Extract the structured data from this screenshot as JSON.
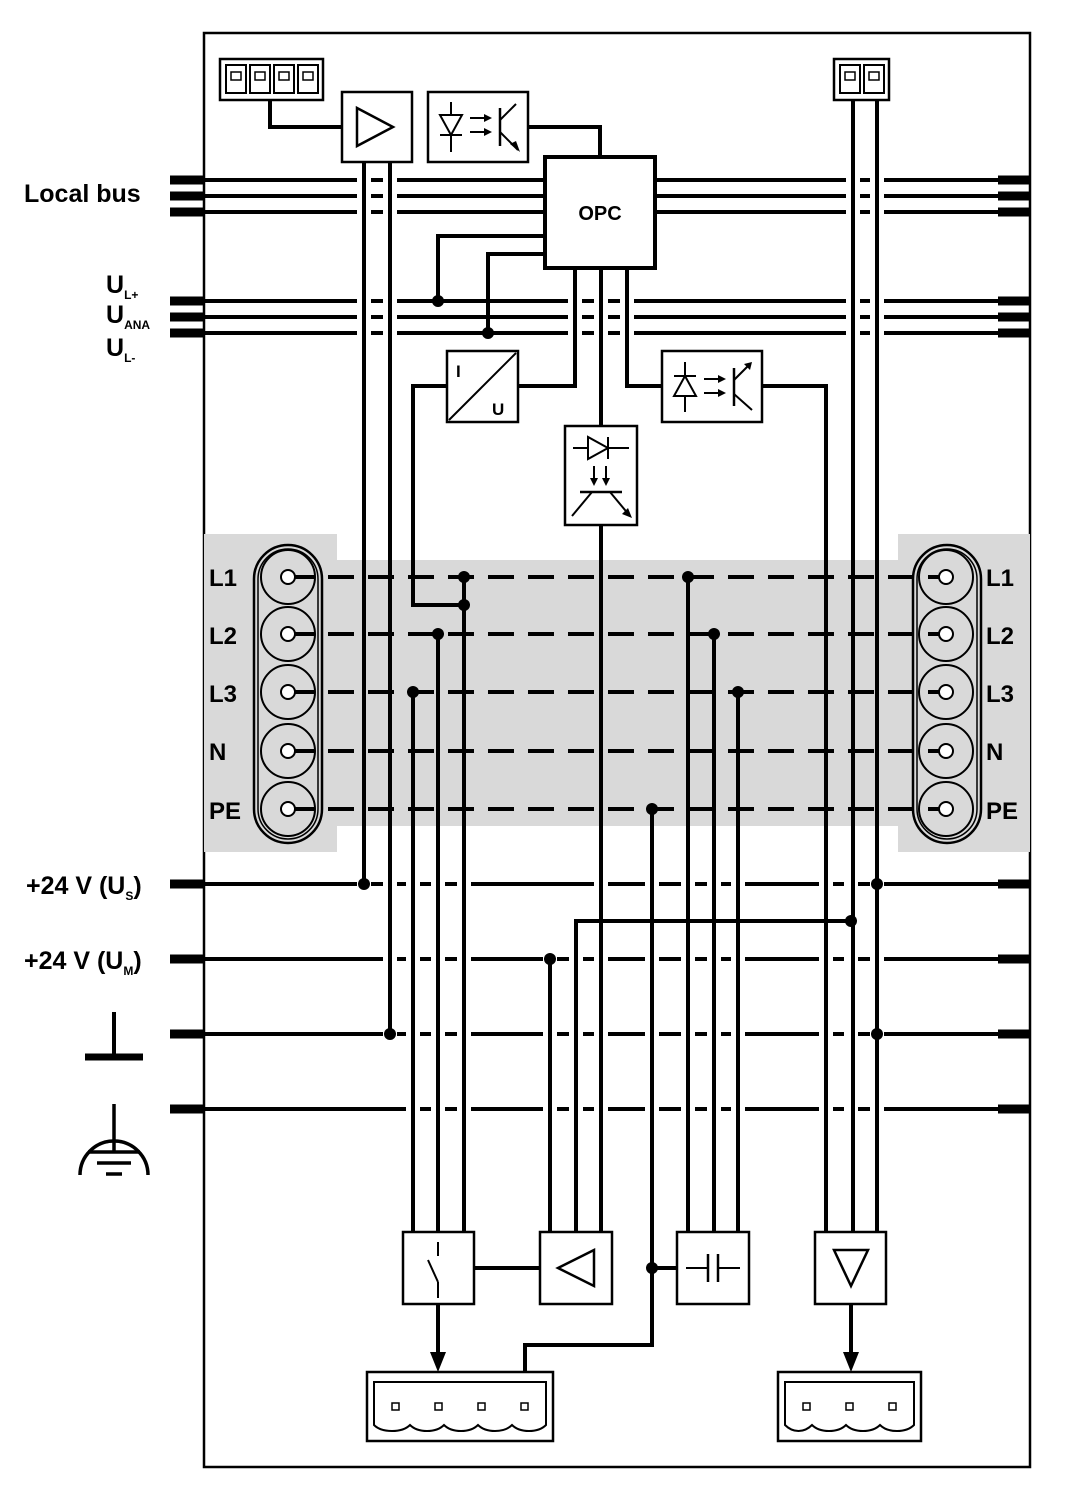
{
  "labels": {
    "local_bus": "Local bus",
    "opc": "OPC",
    "u_l_plus_main": "U",
    "u_l_plus_sub": "L+",
    "u_ana_main": "U",
    "u_ana_sub": "ANA",
    "u_l_minus_main": "U",
    "u_l_minus_sub": "L-",
    "us_pre": "+24 V (U",
    "us_sub": "S",
    "us_post": ")",
    "um_pre": "+24 V (U",
    "um_sub": "M",
    "um_post": ")",
    "iu_i": "I",
    "iu_u": "U"
  },
  "phases": [
    "L1",
    "L2",
    "L3",
    "N",
    "PE"
  ],
  "colors": {
    "line": "#000000",
    "band": "#d9d9d9",
    "background": "#ffffff"
  },
  "icons": [
    "amplifier-triangle",
    "optocoupler",
    "current-voltage-converter",
    "optocoupler-receiver",
    "switch",
    "capacitor",
    "ground-symbol",
    "protective-earth-symbol",
    "connector-4-pin",
    "connector-2-pin",
    "plug-4-pin",
    "plug-3-pin"
  ]
}
